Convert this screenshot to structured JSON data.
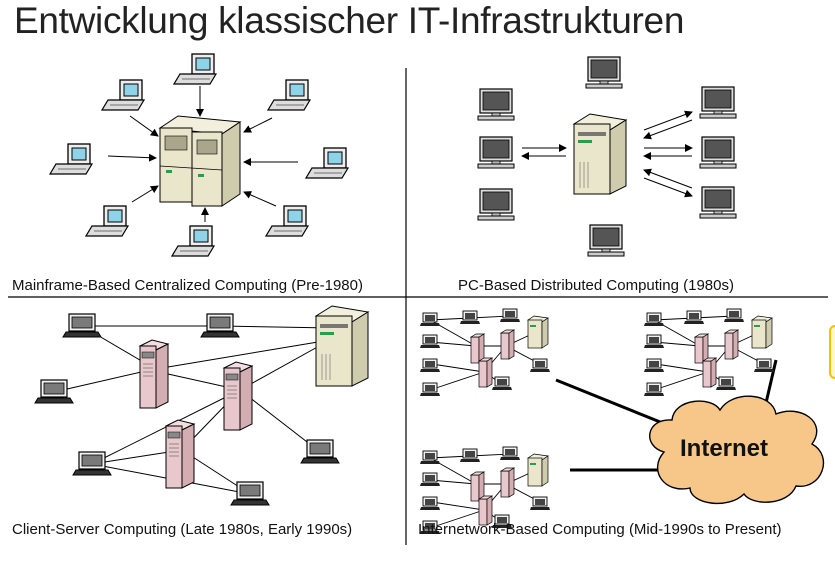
{
  "slide": {
    "title": "Entwicklung klassischer IT-Infrastrukturen"
  },
  "panels": {
    "mainframe": {
      "caption": "Mainframe-Based Centralized Computing (Pre-1980)"
    },
    "pc_distributed": {
      "caption": "PC-Based Distributed Computing (1980s)"
    },
    "client_server": {
      "caption": "Client-Server Computing (Late 1980s, Early 1990s)"
    },
    "internetwork": {
      "caption": "Internetwork-Based Computing (Mid-1990s to Present)",
      "cloud_label": "Internet"
    }
  },
  "colors": {
    "cloud_fill": "#f7c78a",
    "server_beige": "#e9e6cc",
    "server_pink": "#e8c8cc",
    "monitor_blue": "#8fd3e8",
    "monitor_gray": "#555555"
  }
}
